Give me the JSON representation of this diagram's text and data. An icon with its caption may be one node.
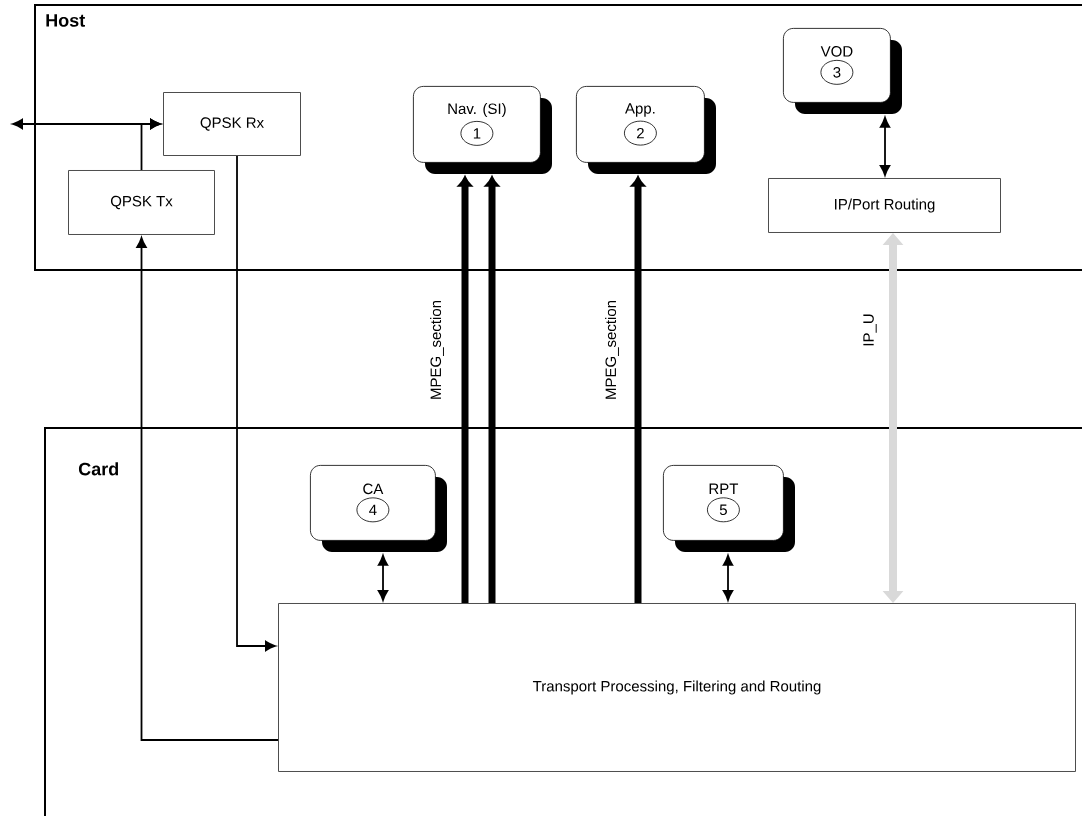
{
  "diagram": {
    "nodes": [
      {
        "text": [
          "Host"
        ]
      },
      {
        "text": [
          "QPSK Rx"
        ],
        "in": 0
      },
      {
        "text": [
          "QPSK Tx"
        ],
        "in": 0
      },
      {
        "text": [
          "Nav. (SI)",
          "1"
        ],
        "in": 0
      },
      {
        "text": [
          "App.",
          "2"
        ],
        "in": 0
      },
      {
        "text": [
          "VOD",
          "3"
        ],
        "in": 0
      },
      {
        "text": [
          "IP/Port Routing"
        ],
        "in": 0
      },
      {
        "text": [
          "Card"
        ]
      },
      {
        "text": [
          "CA",
          "4"
        ],
        "in": 7
      },
      {
        "text": [
          "RPT",
          "5"
        ],
        "in": 7
      },
      {
        "text": [
          "Transport Processing, Filtering and Routing"
        ],
        "in": 7
      }
    ],
    "edges": [
      {
        "from": null,
        "to": 1,
        "arrow": "both"
      },
      {
        "from": 2,
        "to": 1,
        "arrow": "to"
      },
      {
        "from": 1,
        "to": 10,
        "arrow": "to"
      },
      {
        "from": 10,
        "to": 2,
        "arrow": "to"
      },
      {
        "from": 10,
        "to": 3,
        "arrow": "to",
        "style": "thick",
        "label": "MPEG_section"
      },
      {
        "from": 10,
        "to": 3,
        "arrow": "to",
        "style": "thick"
      },
      {
        "from": 10,
        "to": 4,
        "arrow": "to",
        "style": "thick",
        "label": "MPEG_section"
      },
      {
        "from": 5,
        "to": 6,
        "arrow": "both"
      },
      {
        "from": 6,
        "to": 10,
        "arrow": "both",
        "style": "thick",
        "color": "#d9d9d9",
        "label": "IP_U"
      },
      {
        "from": 8,
        "to": 10,
        "arrow": "both"
      },
      {
        "from": 9,
        "to": 10,
        "arrow": "both"
      }
    ]
  }
}
